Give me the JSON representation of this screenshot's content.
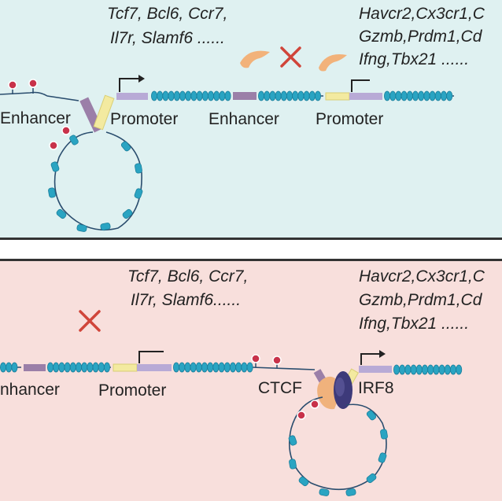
{
  "panels": {
    "top": {
      "background": "#dff1f1",
      "genes_left": [
        "Tcf7, Bcl6, Ccr7,",
        "Il7r, Slamf6 ......"
      ],
      "genes_right": [
        "Havcr2,Cx3cr1,C",
        "Gzmb,Prdm1,Cd",
        "Ifng,Tbx21 ......"
      ],
      "labels": {
        "enhancer_loop": "Enhancer",
        "promoter_loop": "Promoter",
        "enhancer_mid": "Enhancer",
        "promoter_right": "Promoter"
      }
    },
    "bottom": {
      "background": "#f8dfdc",
      "genes_left": [
        "Tcf7, Bcl6, Ccr7,",
        "Il7r, Slamf6......"
      ],
      "genes_right": [
        "Havcr2,Cx3cr1,C",
        "Gzmb,Prdm1,Cd",
        "Ifng,Tbx21 ......"
      ],
      "labels": {
        "enhancer_left": "nhancer",
        "promoter_left": "Promoter",
        "ctcf": "CTCF",
        "irf8": "IRF8"
      }
    }
  },
  "colors": {
    "nucleosome": "#2aa4c2",
    "nucleosome_dark": "#1b7f9c",
    "dna": "#2a4d6e",
    "enhancer_box": "#9b7fa8",
    "promoter_box": "#f3eaa0",
    "promoter_box2": "#b8aad6",
    "methyl": "#c8324a",
    "factor_orange": "#f2b27a",
    "ctcf": "#f0b27c",
    "irf8": "#3d3a7a",
    "cross": "#d0453a",
    "divider": "#333333"
  }
}
